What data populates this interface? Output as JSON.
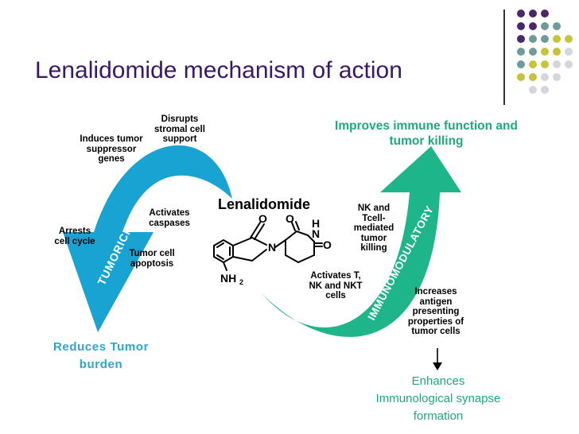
{
  "slide": {
    "title": "Lenalidomide mechanism of action",
    "drug_name": "Lenalidomide",
    "left_arrow_label": "TUMORICIDAL",
    "right_arrow_label": "IMMUNOMODULATORY",
    "left_labels": {
      "disrupts": "Disrupts stromal cell support",
      "induces": "Induces tumor suppressor genes",
      "arrests": "Arrests cell cycle",
      "activates_caspases": "Activates caspases",
      "apoptosis": "Tumor cell apoptosis"
    },
    "right_labels": {
      "improves": "Improves immune function and tumor killing",
      "nk_tcell": "NK and Tcell-mediated tumor killing",
      "activates_cells": "Activates T, NK and NKT cells",
      "increases": "Increases antigen presenting properties of tumor cells"
    },
    "left_result": "Reduces Tumor burden",
    "right_result": "Enhances Immunological synapse formation",
    "structure_atoms": {
      "o1": "O",
      "o2": "O",
      "o3": "O",
      "n_ring": "N",
      "n_h": "N",
      "h": "H",
      "nh": "NH",
      "sub2": "2"
    }
  },
  "colors": {
    "title": "#3b1766",
    "tumoricidal_arrow": "#19a3d3",
    "immuno_arrow": "#1fb58a",
    "green_text": "#1fa97c",
    "blue_text": "#2aa7cf",
    "dot_purple": "#4a2868",
    "dot_teal": "#6f9c99",
    "dot_olive": "#c6c43a",
    "dot_grey": "#d5d5dd"
  }
}
